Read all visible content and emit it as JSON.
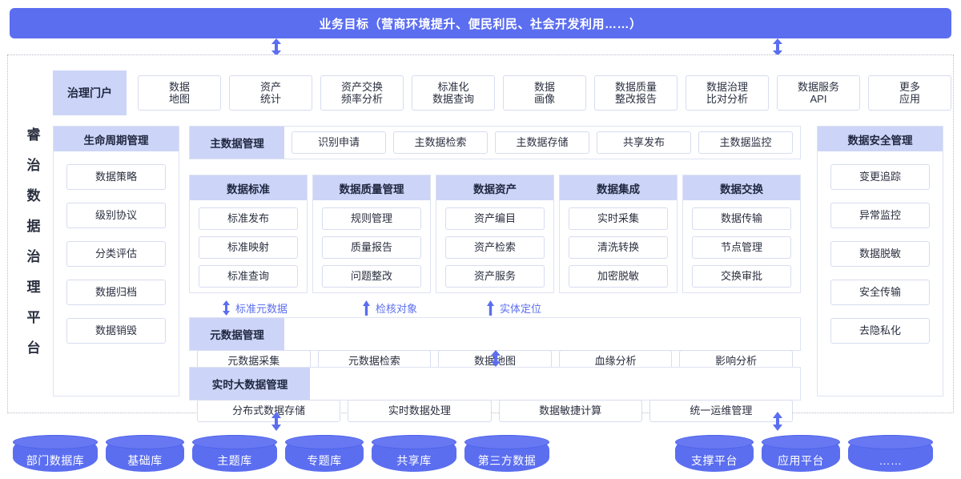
{
  "banner": {
    "title": "业务目标（营商环境提升、便民利民、社会开发利用……）"
  },
  "platform": {
    "vertical_title_chars": [
      "睿",
      "治",
      "数",
      "据",
      "治",
      "理",
      "平",
      "台"
    ]
  },
  "portal": {
    "label": "治理门户",
    "apps": [
      "数据\n地图",
      "资产\n统计",
      "资产交换\n频率分析",
      "标准化\n数据查询",
      "数据\n画像",
      "数据质量\n整改报告",
      "数据治理\n比对分析",
      "数据服务\nAPI",
      "更多\n应用"
    ]
  },
  "lifecycle": {
    "title": "生命周期管理",
    "items": [
      "数据策略",
      "级别协议",
      "分类评估",
      "数据归档",
      "数据销毁"
    ]
  },
  "security": {
    "title": "数据安全管理",
    "items": [
      "变更追踪",
      "异常监控",
      "数据脱敏",
      "安全传输",
      "去隐私化"
    ]
  },
  "masterdata": {
    "label": "主数据管理",
    "items": [
      "识别申请",
      "主数据检索",
      "主数据存储",
      "共享发布",
      "主数据监控"
    ]
  },
  "mid_columns": [
    {
      "title": "数据标准",
      "items": [
        "标准发布",
        "标准映射",
        "标准查询"
      ]
    },
    {
      "title": "数据质量管理",
      "items": [
        "规则管理",
        "质量报告",
        "问题整改"
      ]
    },
    {
      "title": "数据资产",
      "items": [
        "资产编目",
        "资产检索",
        "资产服务"
      ]
    },
    {
      "title": "数据集成",
      "items": [
        "实时采集",
        "清洗转换",
        "加密脱敏"
      ]
    },
    {
      "title": "数据交换",
      "items": [
        "数据传输",
        "节点管理",
        "交换审批"
      ]
    }
  ],
  "arrow_captions": [
    {
      "label": "标准元数据",
      "direction": "both"
    },
    {
      "label": "检核对象",
      "direction": "up"
    },
    {
      "label": "实体定位",
      "direction": "up"
    }
  ],
  "metadata": {
    "label": "元数据管理",
    "items": [
      "元数据采集",
      "元数据检索",
      "数据地图",
      "血缘分析",
      "影响分析"
    ]
  },
  "bigdata": {
    "label": "实时大数据管理",
    "items": [
      "分布式数据存储",
      "实时数据处理",
      "数据敏捷计算",
      "统一运维管理"
    ]
  },
  "sources_left": [
    "部门数据库",
    "基础库",
    "主题库",
    "专题库",
    "共享库",
    "第三方数据"
  ],
  "sources_right": [
    "支撑平台",
    "应用平台",
    "……"
  ],
  "colors": {
    "accent": "#5b6ef0",
    "head_band": "#ccd4f7",
    "pill_border": "#d7dcf0",
    "frame_border": "#b9bcc9"
  }
}
